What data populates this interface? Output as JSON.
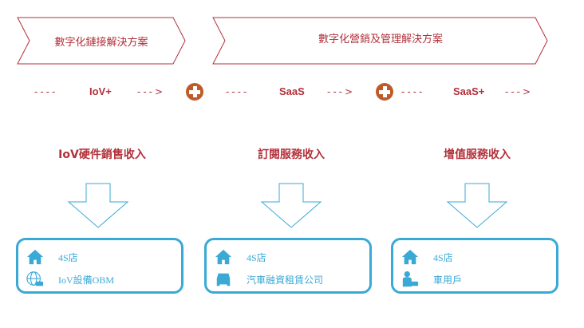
{
  "stages": [
    {
      "label": "數字化鏈接解決方案"
    },
    {
      "label": "數字化營銷及管理解決方案"
    }
  ],
  "flow": {
    "dashes": "----",
    "arrow": "--->",
    "items": [
      "IoV+",
      "SaaS",
      "SaaS+"
    ]
  },
  "columns": [
    {
      "heading": "IoV硬件銷售收入",
      "items": [
        {
          "icon": "house-icon",
          "label": "4S店"
        },
        {
          "icon": "globe-car-icon",
          "label": "IoV設備OBM"
        }
      ]
    },
    {
      "heading": "訂閱服務收入",
      "items": [
        {
          "icon": "house-icon",
          "label": "4S店"
        },
        {
          "icon": "car-icon",
          "label": "汽車融資租賃公司"
        }
      ]
    },
    {
      "heading": "增值服務收入",
      "items": [
        {
          "icon": "house-icon",
          "label": "4S店"
        },
        {
          "icon": "person-car-icon",
          "label": "車用戶"
        }
      ]
    }
  ],
  "colors": {
    "red": "#b3303a",
    "orange": "#c15a2a",
    "blue": "#3aa9d6"
  }
}
